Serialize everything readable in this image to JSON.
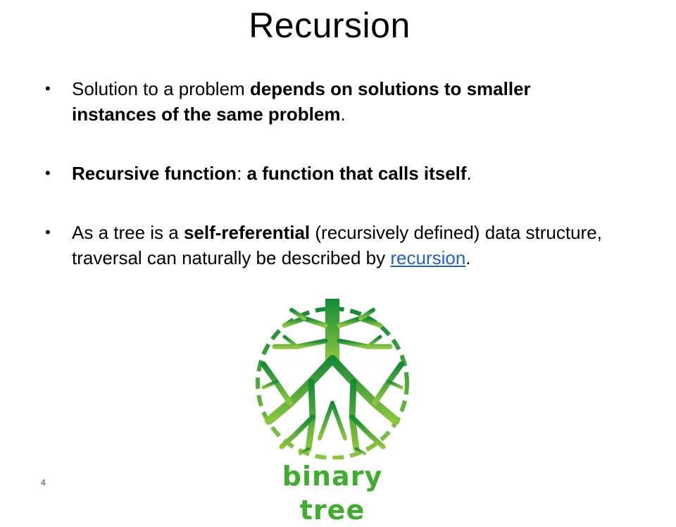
{
  "slide": {
    "title": "Recursion",
    "page_number": "4"
  },
  "bullets": [
    {
      "segments": [
        {
          "text": "Solution to a problem ",
          "bold": false
        },
        {
          "text": "depends on solutions to smaller instances of the same problem",
          "bold": true
        },
        {
          "text": ".",
          "bold": false
        }
      ]
    },
    {
      "segments": [
        {
          "text": "Recursive function",
          "bold": true
        },
        {
          "text": ": ",
          "bold": false
        },
        {
          "text": "a function that calls itself",
          "bold": true
        },
        {
          "text": ".",
          "bold": false
        }
      ]
    },
    {
      "segments": [
        {
          "text": "As a tree is a ",
          "bold": false
        },
        {
          "text": "self-referential",
          "bold": true
        },
        {
          "text": " (recursively defined) data structure, traversal can naturally be described by ",
          "bold": false
        },
        {
          "text": "recursion",
          "link": true
        },
        {
          "text": ".",
          "bold": false
        }
      ]
    }
  ],
  "figure": {
    "icon": "binary-tree-logo-icon",
    "caption": "binary tree",
    "colors": {
      "top": "#138a36",
      "bottom": "#8cc63f",
      "text": "#3fae2e"
    }
  }
}
